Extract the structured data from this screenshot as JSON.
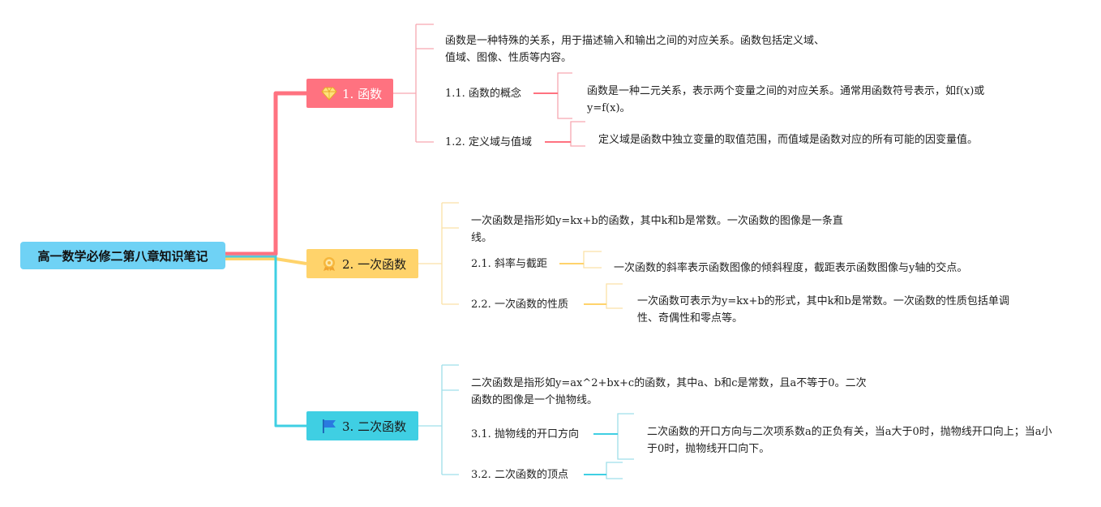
{
  "root": {
    "title": "高一数学必修二第八章知识笔记"
  },
  "colors": {
    "root": "#6fd2f5",
    "branch1": "#ff7280",
    "branch2": "#ffd36b",
    "branch3": "#3fcfe3"
  },
  "branches": [
    {
      "label": "1. 函数",
      "icon": "diamond-icon",
      "summary": "函数是一种特殊的关系，用于描述输入和输出之间的对应关系。函数包括定义域、值域、图像、性质等内容。",
      "children": [
        {
          "label": "1.1. 函数的概念",
          "detail": "函数是一种二元关系，表示两个变量之间的对应关系。通常用函数符号表示，如f(x)或y=f(x)。"
        },
        {
          "label": "1.2. 定义域与值域",
          "detail": "定义域是函数中独立变量的取值范围，而值域是函数对应的所有可能的因变量值。"
        }
      ]
    },
    {
      "label": "2. 一次函数",
      "icon": "award-icon",
      "summary": "一次函数是指形如y=kx+b的函数，其中k和b是常数。一次函数的图像是一条直线。",
      "children": [
        {
          "label": "2.1. 斜率与截距",
          "detail": "一次函数的斜率表示函数图像的倾斜程度，截距表示函数图像与y轴的交点。"
        },
        {
          "label": "2.2. 一次函数的性质",
          "detail": "一次函数可表示为y=kx+b的形式，其中k和b是常数。一次函数的性质包括单调性、奇偶性和零点等。"
        }
      ]
    },
    {
      "label": "3. 二次函数",
      "icon": "flag-icon",
      "summary": "二次函数是指形如y=ax^2+bx+c的函数，其中a、b和c是常数，且a不等于0。二次函数的图像是一个抛物线。",
      "children": [
        {
          "label": "3.1. 抛物线的开口方向",
          "detail": "二次函数的开口方向与二次项系数a的正负有关，当a大于0时，抛物线开口向上；当a小于0时，抛物线开口向下。"
        },
        {
          "label": "3.2. 二次函数的顶点",
          "detail": ""
        }
      ]
    }
  ]
}
